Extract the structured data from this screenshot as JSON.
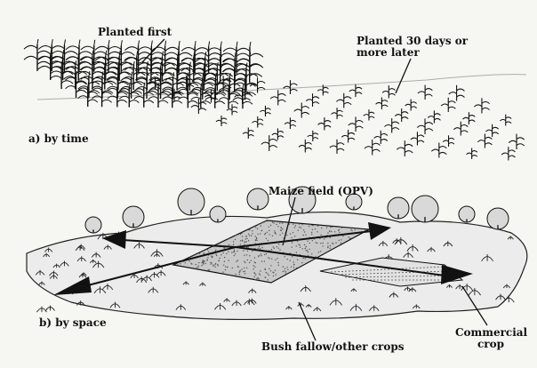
{
  "labels": {
    "planted_first": "Planted first",
    "planted_later": "Planted 30 days or more later",
    "by_time": "a) by time",
    "maize_field": "Maize field (OPV)",
    "by_space": "b) by space",
    "bush_fallow": "Bush fallow/other crops",
    "commercial_crop": "Commercial crop"
  },
  "colors": {
    "ink": "#111111",
    "paper": "#f6f6f2",
    "stipple": "#9a9a9a"
  }
}
